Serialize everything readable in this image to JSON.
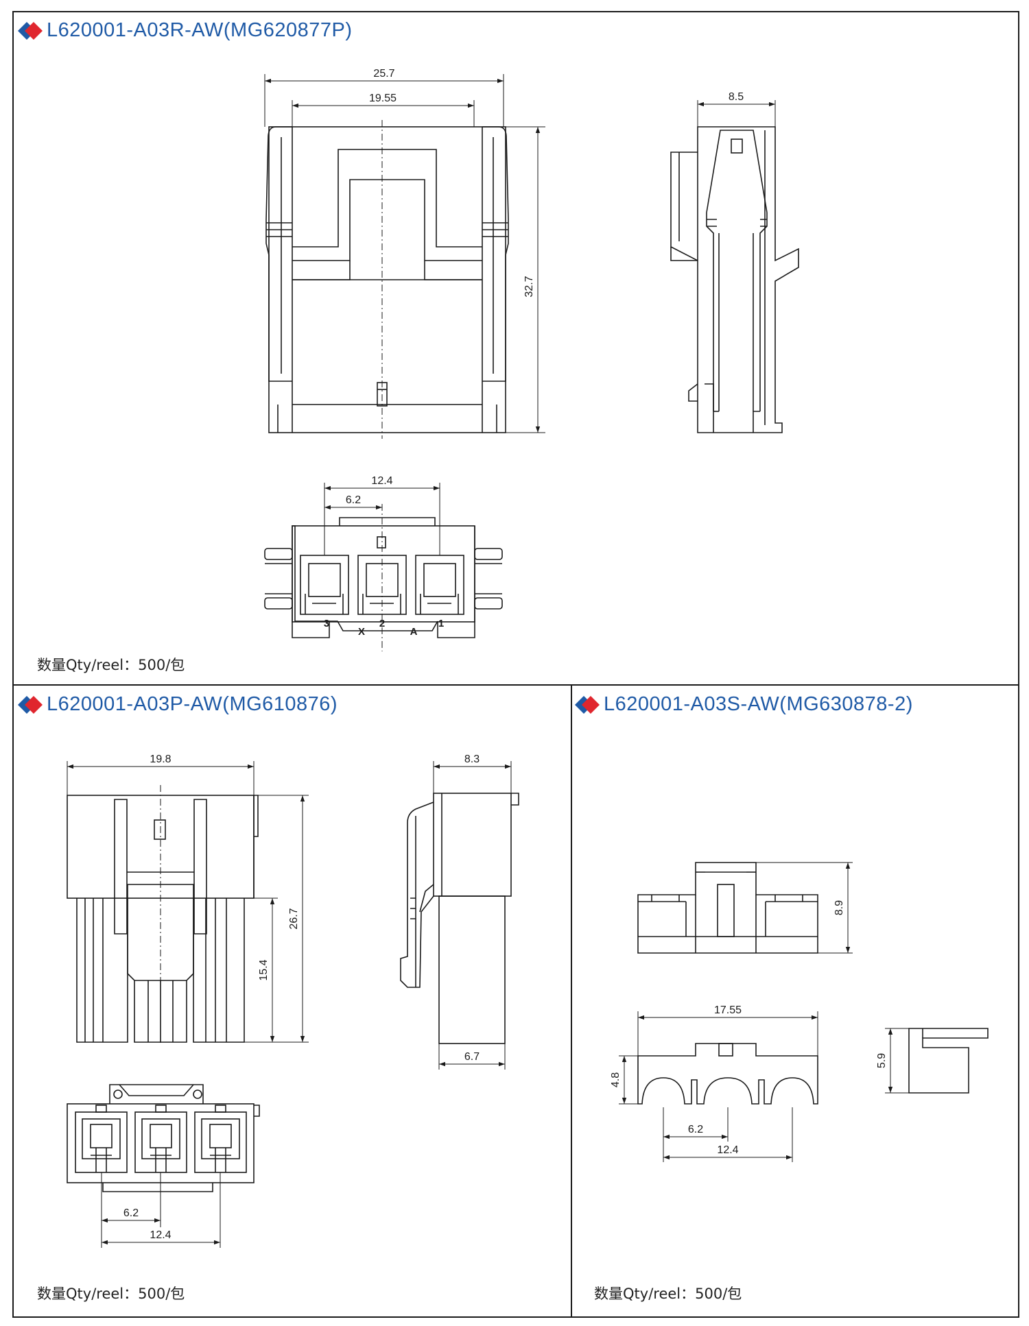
{
  "colors": {
    "title_blue": "#1f5aa6",
    "logo_blue": "#1f5aa6",
    "logo_red": "#e0262e",
    "line": "#1a1a1a",
    "fill": "#ffffff"
  },
  "panels": [
    {
      "title": "L620001-A03R-AW(MG620877P)",
      "qty": "数量Qty/reel：500/包",
      "dims": {
        "width_outer": "25.7",
        "width_inner": "19.55",
        "height": "32.7",
        "side_width": "8.5",
        "pitch_total": "12.4",
        "pitch": "6.2"
      },
      "pin_labels": [
        "3",
        "X",
        "2",
        "A",
        "1"
      ]
    },
    {
      "title": "L620001-A03P-AW(MG610876)",
      "qty": "数量Qty/reel：500/包",
      "dims": {
        "width": "19.8",
        "height_total": "26.7",
        "height_lower": "15.4",
        "side_width": "8.3",
        "side_lower": "6.7",
        "pitch": "6.2",
        "pitch_total": "12.4"
      }
    },
    {
      "title": "L620001-A03S-AW(MG630878-2)",
      "qty": "数量Qty/reel：500/包",
      "dims": {
        "height_top": "8.9",
        "width": "17.55",
        "height_front": "4.8",
        "pitch": "6.2",
        "pitch_total": "12.4",
        "side_height": "5.9"
      }
    }
  ]
}
